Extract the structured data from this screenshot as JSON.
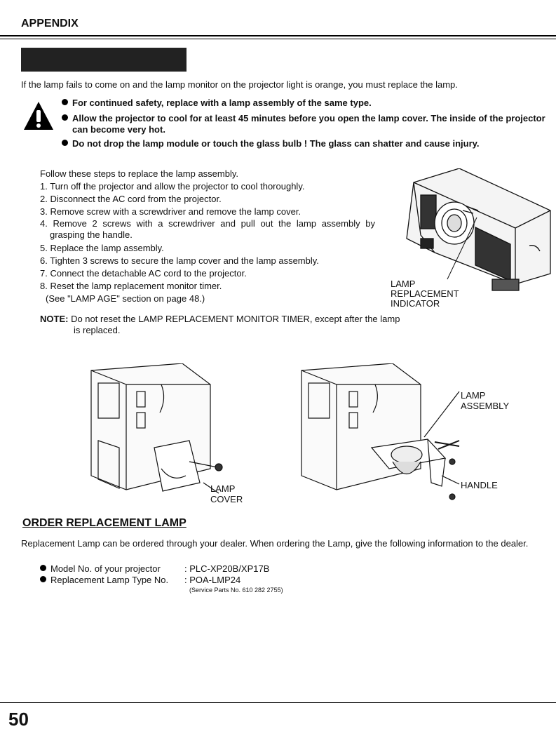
{
  "header": {
    "section": "APPENDIX"
  },
  "intro": "If the lamp fails to come on and the lamp monitor on the projector light is orange, you must replace the lamp.",
  "warnings": [
    "For continued safety, replace with a lamp assembly of the same type.",
    "Allow the projector to cool for at least 45 minutes before you open the lamp cover. The inside of the projector can become very hot.",
    "Do not drop the lamp module or touch the glass bulb ! The glass can shatter and cause injury."
  ],
  "steps": {
    "lead": "Follow these steps to replace the lamp assembly.",
    "items": [
      "1. Turn off the projector and allow the projector to cool thoroughly.",
      "2. Disconnect the AC cord from the projector.",
      "3. Remove screw with a screwdriver and remove the lamp cover.",
      "4. Remove 2 screws with a screwdriver and pull out the lamp assembly by grasping the handle.",
      "5. Replace the lamp assembly.",
      "6. Tighten 3 screws to secure the lamp cover and the lamp assembly.",
      "7. Connect the detachable AC cord to the projector.",
      "8. Reset the lamp replacement monitor timer."
    ],
    "see": "(See \"LAMP AGE\" section on page 48.)"
  },
  "note": {
    "label": "NOTE:",
    "text": "Do not reset the LAMP REPLACEMENT MONITOR TIMER, except after the lamp is replaced."
  },
  "figure_labels": {
    "indicator": [
      "LAMP",
      "REPLACEMENT",
      "INDICATOR"
    ],
    "cover": [
      "LAMP",
      "COVER"
    ],
    "assembly": [
      "LAMP",
      "ASSEMBLY"
    ],
    "handle": "HANDLE"
  },
  "order": {
    "title": "ORDER REPLACEMENT LAMP",
    "text": "Replacement Lamp can be ordered through your dealer. When ordering the Lamp, give the following information to the dealer.",
    "rows": [
      {
        "label": "Model No. of your projector",
        "value": ": PLC-XP20B/XP17B"
      },
      {
        "label": "Replacement Lamp Type No.",
        "value": ": POA-LMP24"
      }
    ],
    "service": "(Service Parts No. 610 282 2755)"
  },
  "page_number": "50"
}
